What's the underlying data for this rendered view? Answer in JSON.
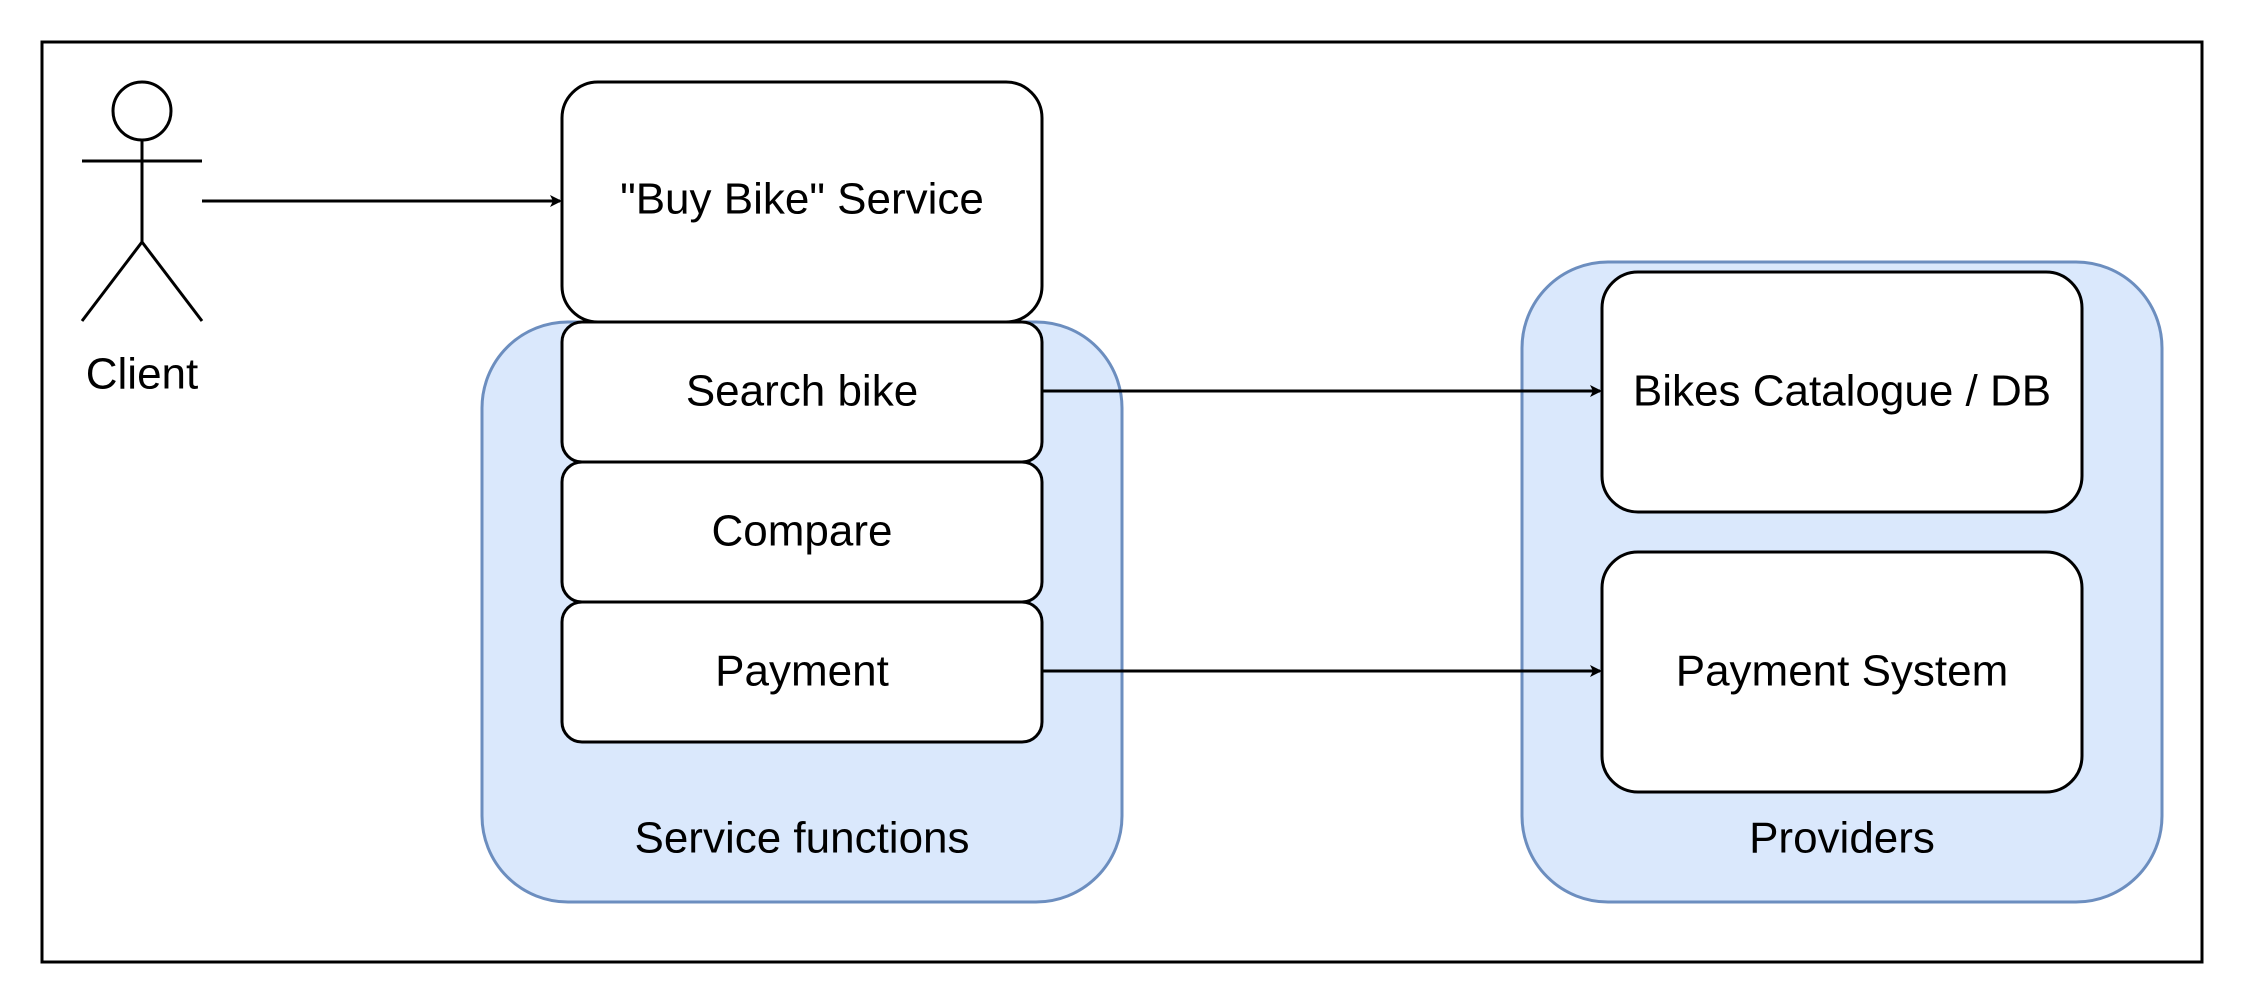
{
  "actor": {
    "label": "Client"
  },
  "service": {
    "title": "\"Buy Bike\" Service",
    "group_label": "Service functions",
    "functions": [
      {
        "label": "Search bike"
      },
      {
        "label": "Compare"
      },
      {
        "label": "Payment"
      }
    ]
  },
  "providers": {
    "group_label": "Providers",
    "items": [
      {
        "label": "Bikes Catalogue / DB"
      },
      {
        "label": "Payment System"
      }
    ]
  },
  "colors": {
    "group_fill": "#dae8fc",
    "group_stroke": "#6c8ebf",
    "box_fill": "#ffffff",
    "line": "#000000"
  }
}
